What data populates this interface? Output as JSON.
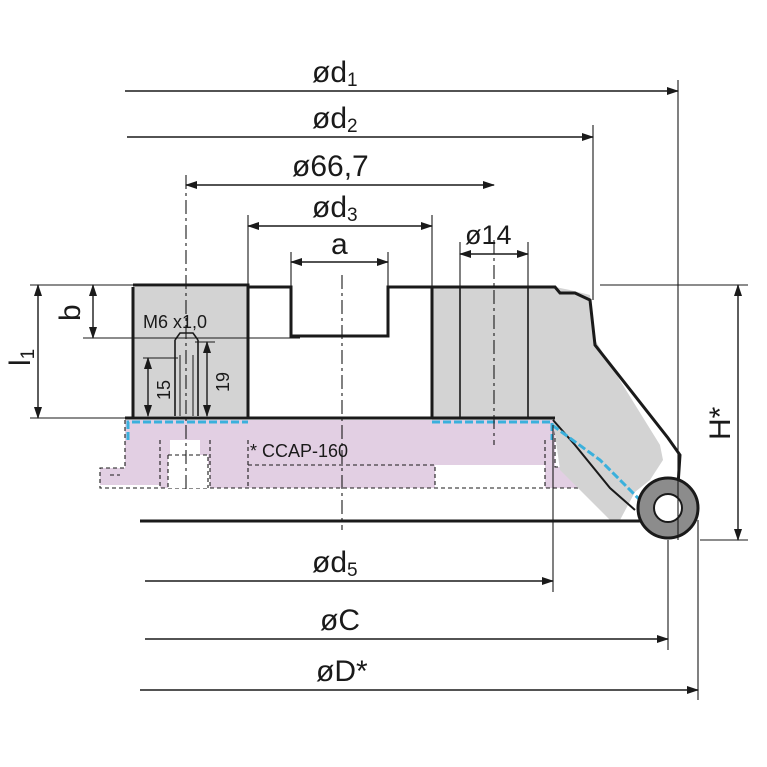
{
  "labels": {
    "d1": "ød",
    "d1_sub": "1",
    "d2": "ød",
    "d2_sub": "2",
    "d667": "ø66,7",
    "d3": "ød",
    "d3_sub": "3",
    "a": "a",
    "d14": "ø14",
    "b": "b",
    "l1": "l",
    "l1_sub": "1",
    "m6": "M6 x1,0",
    "n15": "15",
    "n19": "19",
    "h": "H*",
    "ccap": "* CCAP-160",
    "d5": "ød",
    "d5_sub": "5",
    "c": "øC",
    "d": "øD*"
  },
  "colors": {
    "body_fill": "#d3d3d3",
    "adapter_fill": "#e2cfe3",
    "cyan_line": "#3ab0dc",
    "ink": "#1a1a1a",
    "insert_fill": "#8c8c8c"
  }
}
